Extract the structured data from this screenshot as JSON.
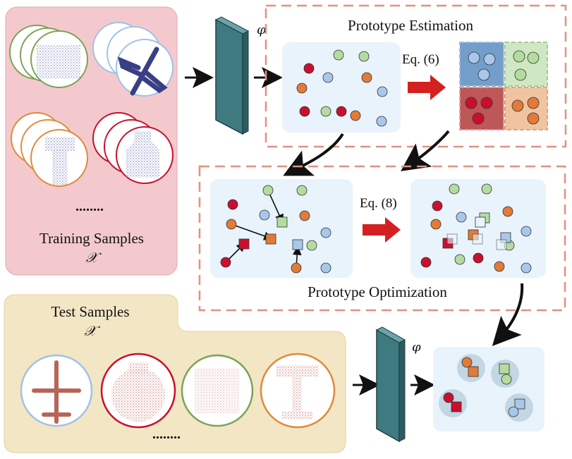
{
  "training": {
    "title": "Training Samples",
    "symbol": "𝒳",
    "ellipsis": "........"
  },
  "test": {
    "title": "Test Samples",
    "symbol": "𝒳",
    "ellipsis": "........"
  },
  "encoder": {
    "symbol_top": "φ",
    "symbol_bottom": "φ"
  },
  "estimation": {
    "title": "Prototype Estimation",
    "equation": "Eq. (6)"
  },
  "optimization": {
    "title": "Prototype Optimization",
    "equation": "Eq. (8)"
  },
  "colors": {
    "red": "#c8102e",
    "orange": "#e07b39",
    "green": "#b5dca0",
    "blue": "#a9c7ea",
    "training_bg": "#f4c9cd",
    "test_bg": "#f3e6c4",
    "panel_bg": "#e8f3fb",
    "dashed_border": "#e3907e",
    "encoder": "#3e7a80",
    "arrow_red": "#d42020"
  }
}
